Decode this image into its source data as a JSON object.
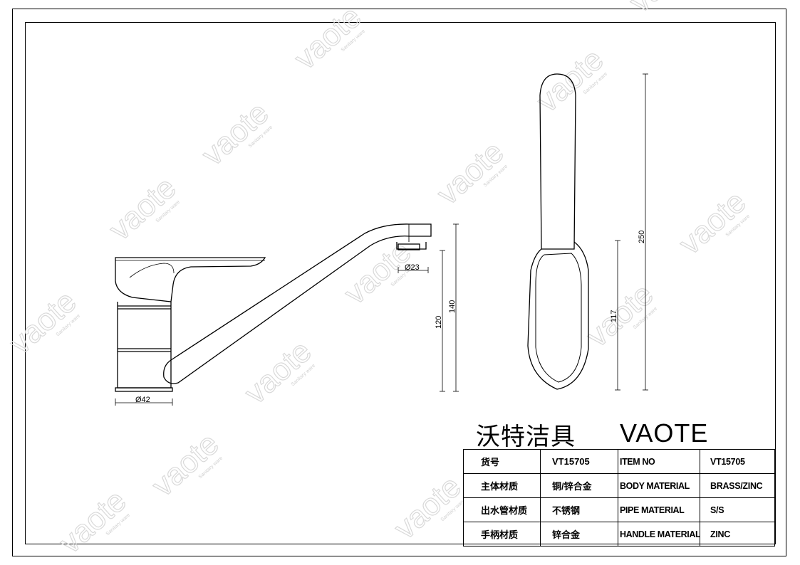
{
  "drawing": {
    "watermark": {
      "text": "vaote",
      "subtext": "Sanitary ware"
    },
    "dimensions": {
      "base_diameter": "Ø42",
      "spout_diameter": "Ø23",
      "height_spout": "120",
      "height_total_front": "140",
      "height_side_handle": "117",
      "height_side_total": "250"
    }
  },
  "title_block": {
    "brand_cn": "沃特洁具",
    "brand_en": "VAOTE",
    "rows": [
      {
        "label_cn": "货号",
        "value_cn": "VT15705",
        "label_en": "ITEM NO",
        "value_en": "VT15705"
      },
      {
        "label_cn": "主体材质",
        "value_cn": "铜/锌合金",
        "label_en": "BODY MATERIAL",
        "value_en": "BRASS/ZINC"
      },
      {
        "label_cn": "出水管材质",
        "value_cn": "不锈钢",
        "label_en": "PIPE MATERIAL",
        "value_en": "S/S"
      },
      {
        "label_cn": "手柄材质",
        "value_cn": "锌合金",
        "label_en": "HANDLE MATERIAL",
        "value_en": "ZINC"
      }
    ]
  }
}
